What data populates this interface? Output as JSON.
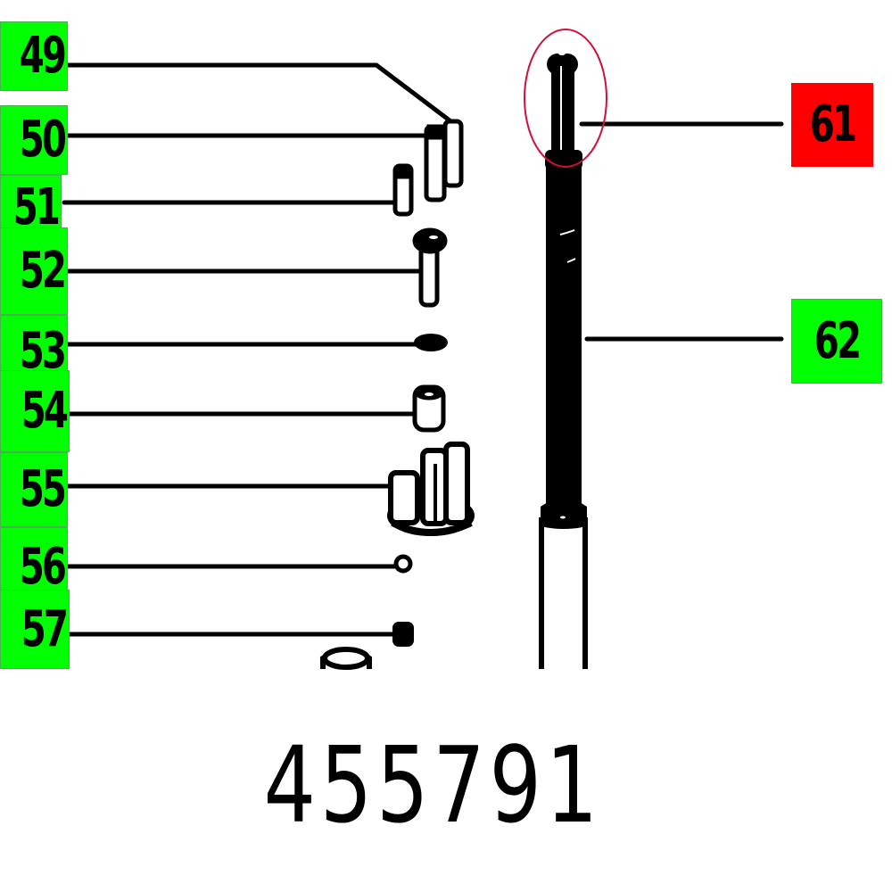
{
  "diagram": {
    "part_number": "455791",
    "colors": {
      "label_default": "#00ff00",
      "label_highlight": "#ff0000",
      "highlight_ellipse": "#d0103a",
      "line": "#000000"
    },
    "left_labels": [
      {
        "id": "49",
        "text": "49",
        "highlighted": false
      },
      {
        "id": "50",
        "text": "50",
        "highlighted": false
      },
      {
        "id": "51",
        "text": "51",
        "highlighted": false
      },
      {
        "id": "52",
        "text": "52",
        "highlighted": false
      },
      {
        "id": "53",
        "text": "53",
        "highlighted": false
      },
      {
        "id": "54",
        "text": "54",
        "highlighted": false
      },
      {
        "id": "55",
        "text": "55",
        "highlighted": false
      },
      {
        "id": "56",
        "text": "56",
        "highlighted": false
      },
      {
        "id": "57",
        "text": "57",
        "highlighted": false
      }
    ],
    "right_labels": [
      {
        "id": "61",
        "text": "61",
        "highlighted": true
      },
      {
        "id": "62",
        "text": "62",
        "highlighted": false
      }
    ]
  }
}
